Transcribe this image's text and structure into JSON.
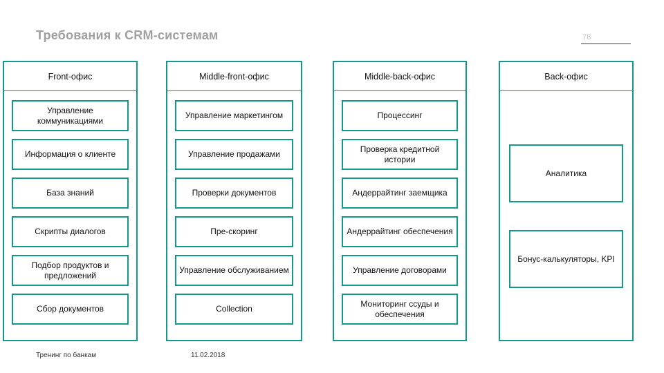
{
  "slide": {
    "title": "Требования к CRM-системам",
    "page_number": "78",
    "accent_color": "#14988a",
    "title_color": "#a0a0a0"
  },
  "footer": {
    "left_label": "Тренинг по банкам",
    "date": "11.02.2018"
  },
  "columns": [
    {
      "header": "Front-офис",
      "cards": [
        "Управление коммуникациями",
        "Информация о клиенте",
        "База знаний",
        "Скрипты диалогов",
        "Подбор продуктов и предложений",
        "Сбор документов"
      ]
    },
    {
      "header": "Middle-front-офис",
      "cards": [
        "Управление маркетингом",
        "Управление продажами",
        "Проверки документов",
        "Пре-скоринг",
        "Управление обслуживанием",
        "Collection"
      ]
    },
    {
      "header": "Middle-back-офис",
      "cards": [
        "Процессинг",
        "Проверка кредитной истории",
        "Андеррайтинг заемщика",
        "Андеррайтинг обеспечения",
        "Управление договорами",
        "Мониторинг ссуды и обеспечения"
      ]
    },
    {
      "header": "Back-офис",
      "cards": [
        "Аналитика",
        "Бонус-калькуляторы, KPI"
      ]
    }
  ]
}
